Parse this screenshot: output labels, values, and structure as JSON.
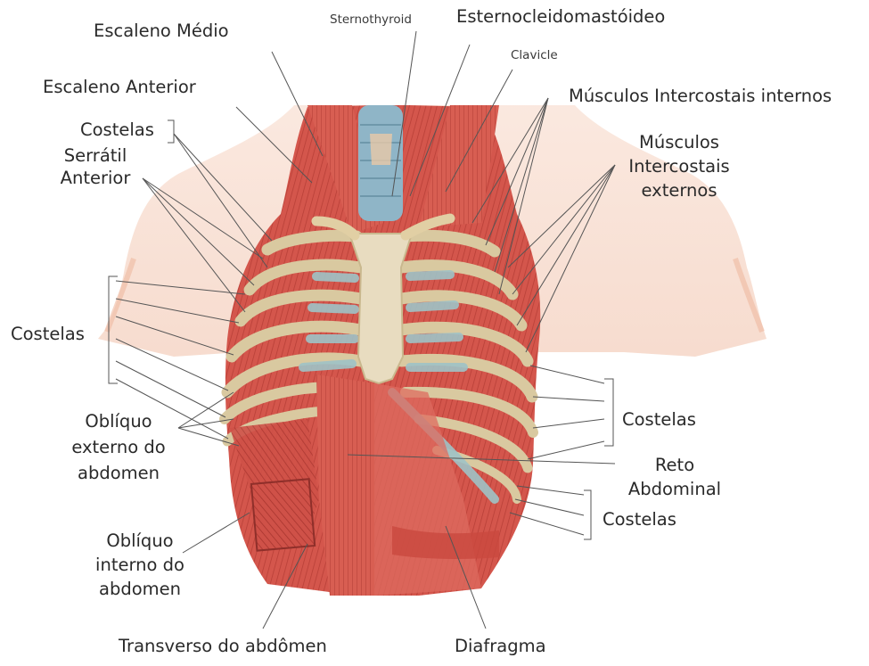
{
  "labels": {
    "escaleno_medio": "Escaleno Médio",
    "sternothyroid": "Sternothyroid",
    "esternocleidomastoideo": "Esternocleidomastóideo",
    "clavicle": "Clavicle",
    "escaleno_anterior": "Escaleno Anterior",
    "intercostais_internos": "Músculos Intercostais internos",
    "costelas_top": "Costelas",
    "serratil_anterior": "Serrátil\nAnterior",
    "intercostais_externos": "Músculos\nIntercostais\nexternos",
    "costelas_left": "Costelas",
    "obliquo_externo": "Oblíquo\nexterno do\nabdomen",
    "costelas_right_1": "Costelas",
    "reto_abdominal": "Reto\nAbdominal",
    "costelas_right_2": "Costelas",
    "obliquo_interno": "Oblíquo\ninterno do\nabdomen",
    "transverso": "Transverso do abdômen",
    "diafragma": "Diafragma"
  },
  "colors": {
    "skin": "#f2c4ae",
    "muscle": "#d4564c",
    "muscle_dark": "#b23a33",
    "rib": "#d9c9a0",
    "cartilage": "#9fc3c7",
    "sternum": "#e8dcc0",
    "trachea": "#8fb5c7",
    "leader": "#555555"
  }
}
